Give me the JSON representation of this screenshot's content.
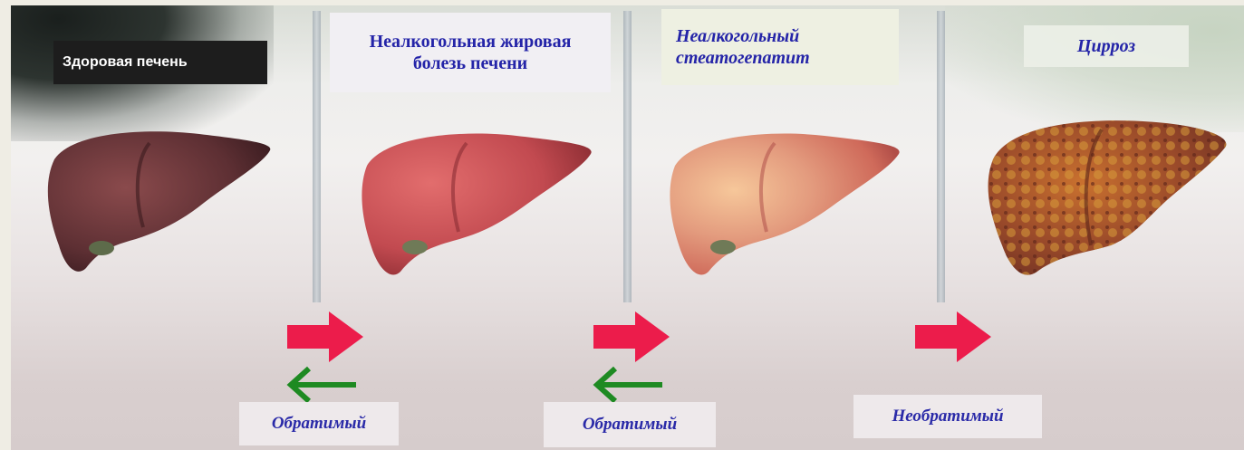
{
  "stages": [
    {
      "title_lines": [
        "Здоровая печень"
      ]
    },
    {
      "title_lines": [
        "Неалкогольная жировая",
        "болезь печени"
      ]
    },
    {
      "title_lines": [
        "Неалкогольный",
        "стеатогепатит"
      ]
    },
    {
      "title_lines": [
        "Цирроз"
      ]
    }
  ],
  "transitions": [
    {
      "label": "Обратимый"
    },
    {
      "label": "Обратимый"
    },
    {
      "label": "Необратимый"
    }
  ],
  "colors": {
    "forward_arrow": "#ec1c4b",
    "backward_arrow": "#1e8a22",
    "label_text": "#2424a8"
  }
}
